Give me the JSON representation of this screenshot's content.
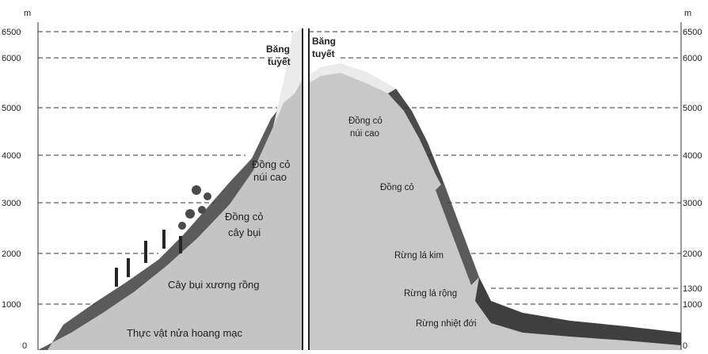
{
  "axis": {
    "unit": "m",
    "left_ticks": [
      "6500",
      "6000",
      "5000",
      "4000",
      "3000",
      "2000",
      "1000",
      "0"
    ],
    "right_ticks": [
      "6500",
      "6000",
      "5000",
      "4000",
      "3000",
      "2000",
      "1300",
      "1000",
      "0"
    ]
  },
  "left_slope": {
    "zones": {
      "snow_line1": "Băng",
      "snow_line2": "tuyết",
      "alpine_line1": "Đồng cỏ",
      "alpine_line2": "núi cao",
      "shrub_meadow_line1": "Đồng cỏ",
      "shrub_meadow_line2": "cây bụi",
      "cactus": "Cây bụi xương rồng",
      "semi_desert": "Thực vật nửa hoang mạc"
    }
  },
  "right_slope": {
    "zones": {
      "snow_line1": "Băng",
      "snow_line2": "tuyết",
      "alpine_line1": "Đồng cỏ",
      "alpine_line2": "núi cao",
      "meadow": "Đồng cỏ",
      "coniferous": "Rừng lá kim",
      "broadleaf": "Rừng lá rộng",
      "tropical": "Rừng nhiệt đới"
    }
  },
  "colors": {
    "ground": "#cfcfcf",
    "mountain_fill": "#bdbdbd",
    "vegetation_dark": "#3d3d3d",
    "meadow_dark": "#606060",
    "snow": "#ececec",
    "guide_line": "#333333"
  }
}
